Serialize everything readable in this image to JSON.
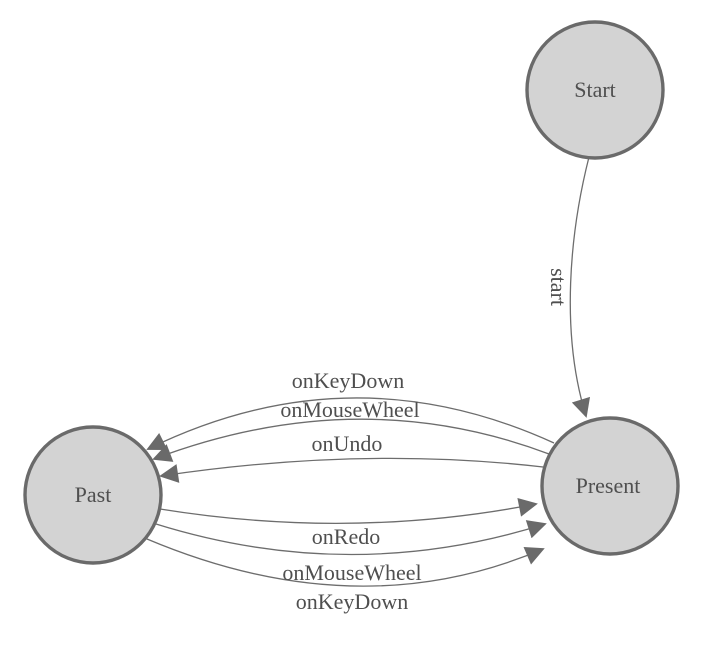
{
  "diagram": {
    "kind": "state-machine",
    "colors": {
      "background": "#ffffff",
      "node_fill": "#d3d3d3",
      "node_border": "#6a6a6a",
      "edge_stroke": "#6d6d6d",
      "arrow_fill": "#6a6a6a",
      "text": "#4f4f4f"
    },
    "nodes": [
      {
        "id": "start",
        "label": "Start"
      },
      {
        "id": "present",
        "label": "Present"
      },
      {
        "id": "past",
        "label": "Past"
      }
    ],
    "edges": [
      {
        "from": "Start",
        "to": "Present",
        "label": "start"
      },
      {
        "from": "Present",
        "to": "Past",
        "label": "onKeyDown"
      },
      {
        "from": "Present",
        "to": "Past",
        "label": "onMouseWheel"
      },
      {
        "from": "Present",
        "to": "Past",
        "label": "onUndo"
      },
      {
        "from": "Past",
        "to": "Present",
        "label": "onRedo"
      },
      {
        "from": "Past",
        "to": "Present",
        "label": "onMouseWheel"
      },
      {
        "from": "Past",
        "to": "Present",
        "label": "onKeyDown"
      }
    ]
  }
}
